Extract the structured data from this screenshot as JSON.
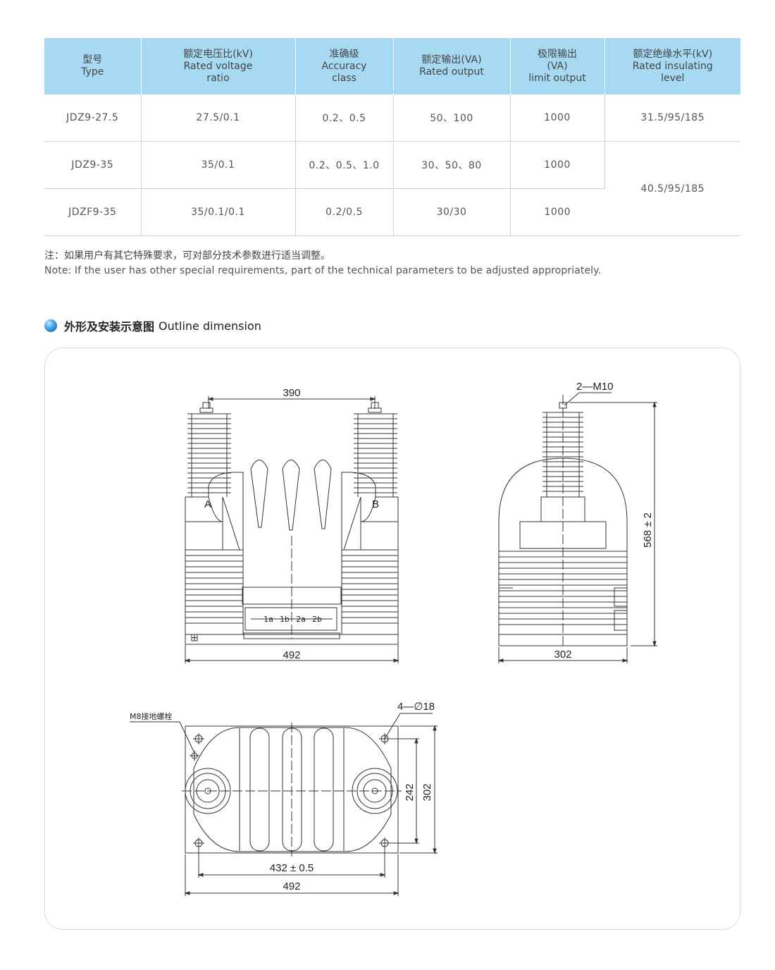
{
  "table": {
    "headers": [
      {
        "cn": "型号",
        "en": "Type"
      },
      {
        "cn": "额定电压比(kV)",
        "en": "Rated voltage",
        "en2": "ratio"
      },
      {
        "cn": "准确级",
        "en": "Accuracy",
        "en2": "class"
      },
      {
        "cn": "额定输出(VA)",
        "en": "Rated output"
      },
      {
        "cn": "极限输出",
        "en": "(VA)",
        "en2": "limit output"
      },
      {
        "cn": "额定绝缘水平(kV)",
        "en": "Rated insulating",
        "en2": "level"
      }
    ],
    "rows": [
      [
        "JDZ9-27.5",
        "27.5/0.1",
        "0.2、0.5",
        "50、100",
        "1000",
        "31.5/95/185"
      ],
      [
        "JDZ9-35",
        "35/0.1",
        "0.2、0.5、1.0",
        "30、50、80",
        "1000",
        "40.5/95/185"
      ],
      [
        "JDZF9-35",
        "35/0.1/0.1",
        "0.2/0.5",
        "30/30",
        "1000"
      ]
    ]
  },
  "note": {
    "cn": "注：如果用户有其它特殊要求，可对部分技术参数进行适当调整。",
    "en": "Note: If the user has other special requirements, part of the technical  parameters to be adjusted appropriately."
  },
  "section": {
    "title_cn": "外形及安装示意图",
    "title_en": "Outline dimension"
  },
  "drawing": {
    "front": {
      "top_dim": "390",
      "bottom_dim": "492",
      "label_a": "A",
      "label_b": "B",
      "terminals": [
        "1a",
        "1b",
        "2a",
        "2b"
      ]
    },
    "side": {
      "thread": "2—M10",
      "height_dim": "568 ± 2",
      "width_dim": "302"
    },
    "plan": {
      "holes": "4—∅18",
      "ground_bolt": "M8接地螺栓",
      "inner_height": "242",
      "outer_height": "302",
      "inner_width": "432 ± 0.5",
      "outer_width": "492"
    }
  },
  "colors": {
    "header_bg": "#a7d9f2",
    "line": "#333333"
  }
}
